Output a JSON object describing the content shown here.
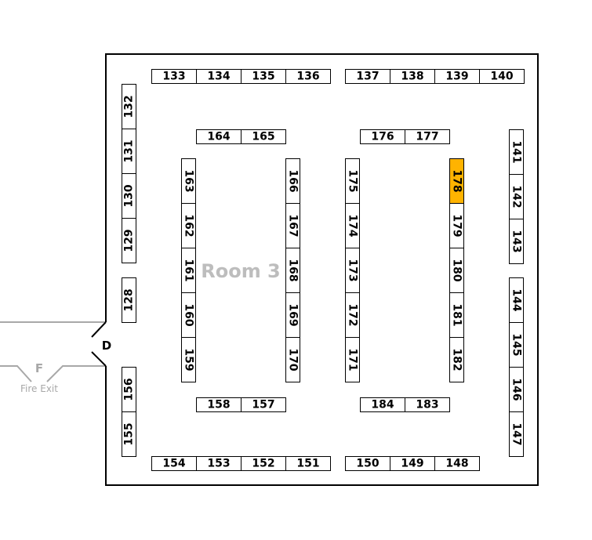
{
  "room": {
    "label": "Room 3"
  },
  "door": {
    "label": "D"
  },
  "fire_exit": {
    "letter": "F",
    "label": "Fire Exit"
  },
  "highlighted_booth": "178",
  "colors": {
    "highlight": "#FFB300",
    "wall": "#000000",
    "exterior": "#a8a8a8"
  },
  "booth_groups": {
    "top_left": [
      "133",
      "134",
      "135",
      "136"
    ],
    "top_right": [
      "137",
      "138",
      "139",
      "140"
    ],
    "inner_top_left": [
      "164",
      "165"
    ],
    "inner_top_right": [
      "176",
      "177"
    ],
    "left_wall_upper": [
      "132",
      "131",
      "130",
      "129"
    ],
    "left_wall_mid": [
      "128"
    ],
    "left_wall_lower": [
      "156",
      "155"
    ],
    "aisle_1": [
      "163",
      "162",
      "161",
      "160",
      "159"
    ],
    "aisle_2": [
      "166",
      "167",
      "168",
      "169",
      "170"
    ],
    "aisle_3": [
      "175",
      "174",
      "173",
      "172",
      "171"
    ],
    "aisle_4": [
      "178",
      "179",
      "180",
      "181",
      "182"
    ],
    "right_wall_upper": [
      "141",
      "142",
      "143"
    ],
    "right_wall_lower": [
      "144",
      "145",
      "146",
      "147"
    ],
    "inner_bottom_left": [
      "158",
      "157"
    ],
    "inner_bottom_right": [
      "184",
      "183"
    ],
    "bottom_left": [
      "154",
      "153",
      "152",
      "151"
    ],
    "bottom_right": [
      "150",
      "149",
      "148"
    ]
  }
}
